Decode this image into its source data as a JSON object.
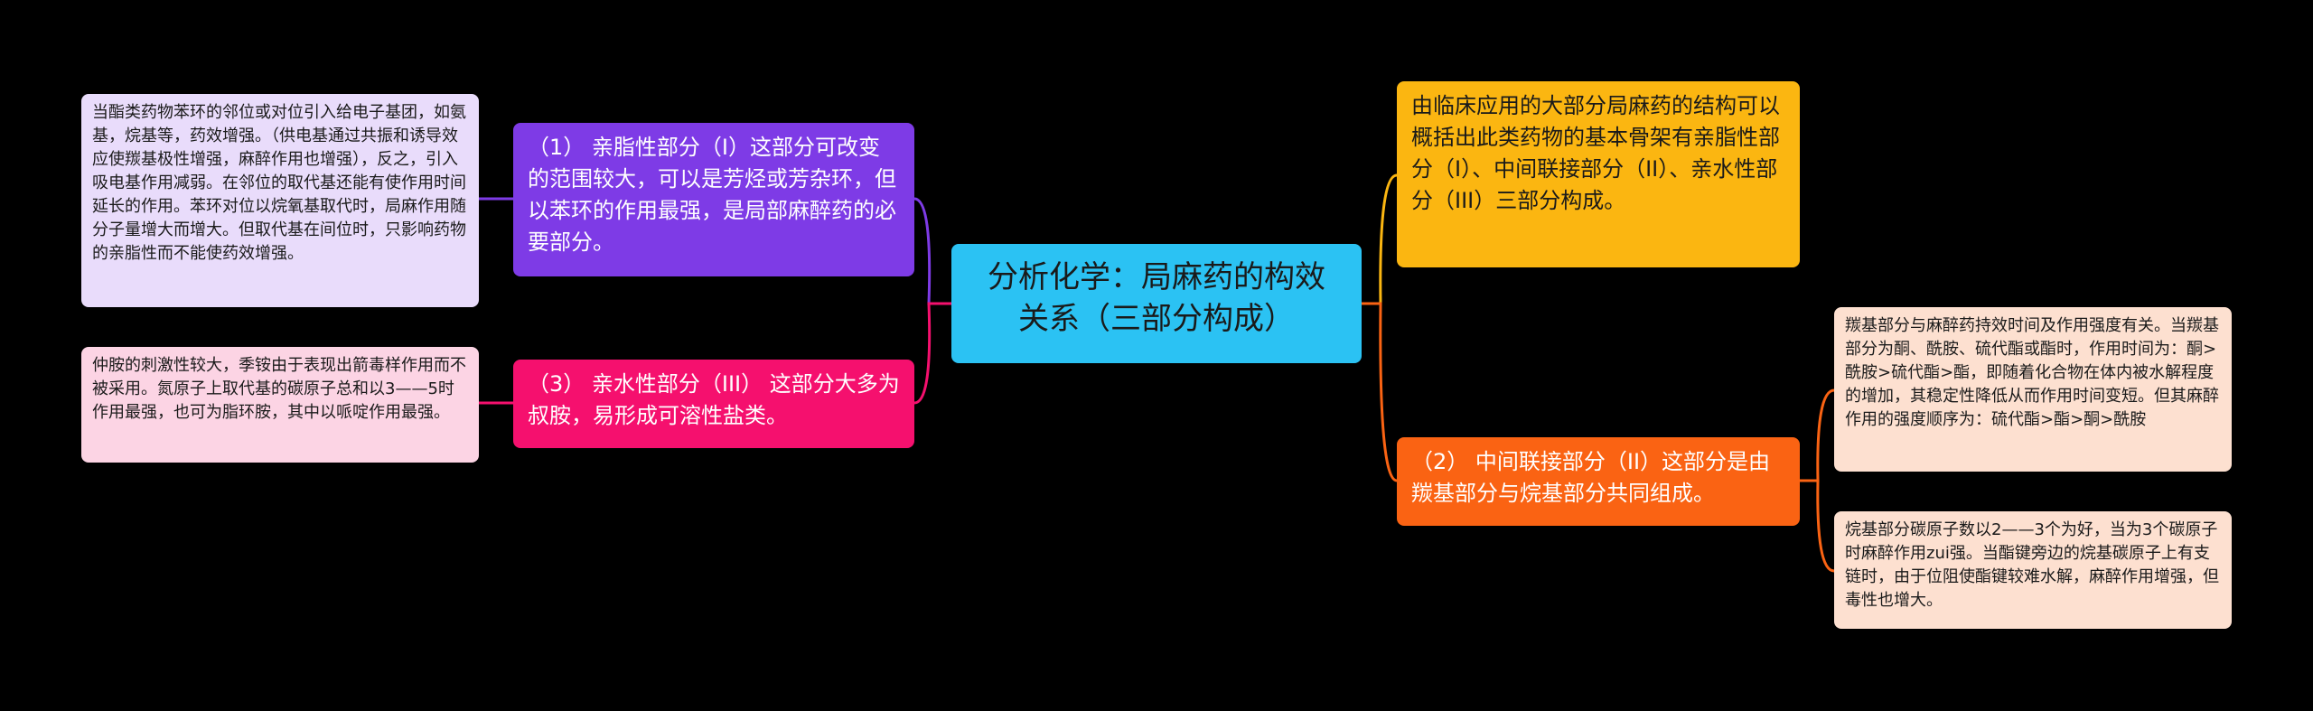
{
  "colors": {
    "background": "#000000",
    "central": "#2bc2f3",
    "branch_lipophilic": "#7e3be6",
    "branch_hydrophilic": "#f5106e",
    "branch_overview": "#fbb611",
    "branch_linker": "#fa6313",
    "note_lipophilic": "#e9dcfb",
    "note_hydrophilic": "#fcd4e4",
    "note_linker": "#fde0d0"
  },
  "central": {
    "title": "分析化学：局麻药的构效关系（三部分构成）"
  },
  "left": {
    "lipophilic": {
      "text": "（1） 亲脂性部分（I）这部分可改变的范围较大，可以是芳烃或芳杂环，但以苯环的作用最强，是局部麻醉药的必要部分。",
      "note": "当酯类药物苯环的邻位或对位引入给电子基团，如氨基，烷基等，药效增强。（供电基通过共振和诱导效应使羰基极性增强，麻醉作用也增强），反之，引入吸电基作用减弱。在邻位的取代基还能有使作用时间延长的作用。苯环对位以烷氧基取代时，局麻作用随分子量增大而增大。但取代基在间位时，只影响药物的亲脂性而不能使药效增强。"
    },
    "hydrophilic": {
      "text": "（3） 亲水性部分（III） 这部分大多为叔胺，易形成可溶性盐类。",
      "note": "仲胺的刺激性较大，季铵由于表现出箭毒样作用而不被采用。氮原子上取代基的碳原子总和以3——5时作用最强，也可为脂环胺，其中以哌啶作用最强。"
    }
  },
  "right": {
    "overview": {
      "text": "由临床应用的大部分局麻药的结构可以概括出此类药物的基本骨架有亲脂性部分（I）、中间联接部分（II）、亲水性部分（III）三部分构成。"
    },
    "linker": {
      "text": "（2） 中间联接部分（II）这部分是由羰基部分与烷基部分共同组成。",
      "notes": [
        "羰基部分与麻醉药持效时间及作用强度有关。当羰基部分为酮、酰胺、硫代酯或酯时，作用时间为：酮>酰胺>硫代酯>酯，即随着化合物在体内被水解程度的增加，其稳定性降低从而作用时间变短。但其麻醉作用的强度顺序为：硫代酯>酯>酮>酰胺",
        "烷基部分碳原子数以2——3个为好，当为3个碳原子时麻醉作用zui强。当酯键旁边的烷基碳原子上有支链时，由于位阻使酯键较难水解，麻醉作用增强，但毒性也增大。"
      ]
    }
  }
}
